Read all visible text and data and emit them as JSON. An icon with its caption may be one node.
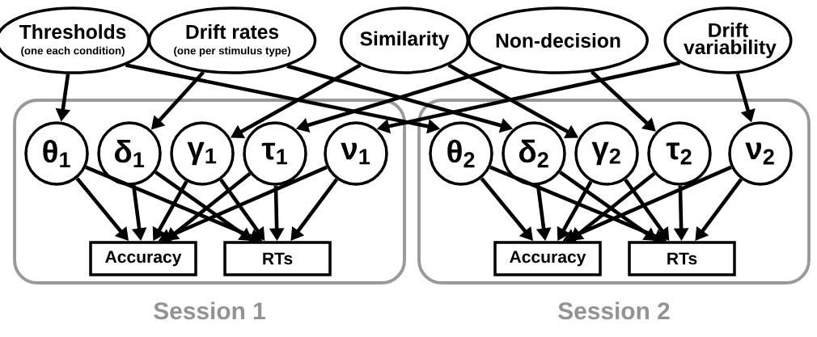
{
  "diagram": {
    "nodes": [
      {
        "text": [
          "Thresholds",
          "(one each condition)"
        ]
      },
      {
        "text": [
          "Drift rates",
          "(one per stimulus type)"
        ]
      },
      {
        "text": [
          "Similarity"
        ]
      },
      {
        "text": [
          "Non-decision"
        ]
      },
      {
        "text": [
          "Drift variability"
        ]
      },
      {
        "text": [
          "Session 1"
        ]
      },
      {
        "text": [
          "θ$_{1}$"
        ],
        "in": 5
      },
      {
        "text": [
          "δ$_{1}$"
        ],
        "in": 5
      },
      {
        "text": [
          "γ$_{1}$"
        ],
        "in": 5
      },
      {
        "text": [
          "τ$_{1}$"
        ],
        "in": 5
      },
      {
        "text": [
          "ν$_{1}$"
        ],
        "in": 5
      },
      {
        "text": [
          "Accuracy"
        ],
        "in": 5
      },
      {
        "text": [
          "RTs"
        ],
        "in": 5
      },
      {
        "text": [
          "Session 2"
        ]
      },
      {
        "text": [
          "θ$_{2}$"
        ],
        "in": 13
      },
      {
        "text": [
          "δ$_{2}$"
        ],
        "in": 13
      },
      {
        "text": [
          "γ$_{2}$"
        ],
        "in": 13
      },
      {
        "text": [
          "τ$_{2}$"
        ],
        "in": 13
      },
      {
        "text": [
          "ν$_{2}$"
        ],
        "in": 13
      },
      {
        "text": [
          "Accuracy"
        ],
        "in": 13
      },
      {
        "text": [
          "RTs"
        ],
        "in": 13
      }
    ],
    "edges": [
      {
        "from": 0,
        "to": 6,
        "arrow": "to"
      },
      {
        "from": 0,
        "to": 14,
        "arrow": "to"
      },
      {
        "from": 1,
        "to": 7,
        "arrow": "to"
      },
      {
        "from": 1,
        "to": 15,
        "arrow": "to"
      },
      {
        "from": 2,
        "to": 8,
        "arrow": "to"
      },
      {
        "from": 2,
        "to": 16,
        "arrow": "to"
      },
      {
        "from": 3,
        "to": 9,
        "arrow": "to"
      },
      {
        "from": 3,
        "to": 17,
        "arrow": "to"
      },
      {
        "from": 4,
        "to": 10,
        "arrow": "to"
      },
      {
        "from": 4,
        "to": 18,
        "arrow": "to"
      },
      {
        "from": 6,
        "to": 11,
        "arrow": "to"
      },
      {
        "from": 6,
        "to": 12,
        "arrow": "to"
      },
      {
        "from": 7,
        "to": 11,
        "arrow": "to"
      },
      {
        "from": 7,
        "to": 12,
        "arrow": "to"
      },
      {
        "from": 8,
        "to": 11,
        "arrow": "to"
      },
      {
        "from": 8,
        "to": 12,
        "arrow": "to"
      },
      {
        "from": 9,
        "to": 11,
        "arrow": "to"
      },
      {
        "from": 9,
        "to": 12,
        "arrow": "to"
      },
      {
        "from": 10,
        "to": 11,
        "arrow": "to"
      },
      {
        "from": 10,
        "to": 12,
        "arrow": "to"
      },
      {
        "from": 14,
        "to": 19,
        "arrow": "to"
      },
      {
        "from": 14,
        "to": 20,
        "arrow": "to"
      },
      {
        "from": 15,
        "to": 19,
        "arrow": "to"
      },
      {
        "from": 15,
        "to": 20,
        "arrow": "to"
      },
      {
        "from": 16,
        "to": 19,
        "arrow": "to"
      },
      {
        "from": 16,
        "to": 20,
        "arrow": "to"
      },
      {
        "from": 17,
        "to": 19,
        "arrow": "to"
      },
      {
        "from": 17,
        "to": 20,
        "arrow": "to"
      },
      {
        "from": 18,
        "to": 19,
        "arrow": "to"
      },
      {
        "from": 18,
        "to": 20,
        "arrow": "to"
      }
    ]
  }
}
